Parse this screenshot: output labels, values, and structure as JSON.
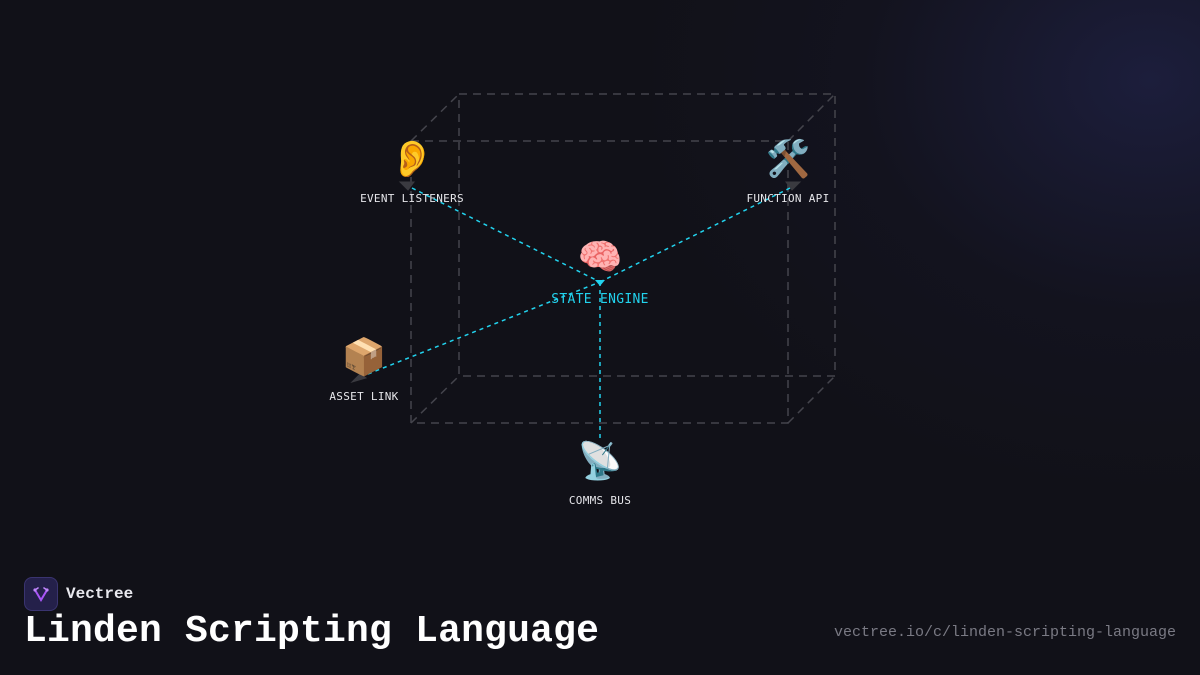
{
  "brand": {
    "name": "Vectree",
    "logo_icon": "vectree-logo-icon",
    "accent": "#a855f7"
  },
  "title": "Linden Scripting Language",
  "url": "vectree.io/c/linden-scripting-language",
  "colors": {
    "background": "#111118",
    "frame": "#4a4a52",
    "connector": "#22d3ee",
    "core_label": "#22d3ee",
    "node_label": "#e6e6ea"
  },
  "diagram": {
    "core": {
      "id": "state-engine",
      "label": "STATE ENGINE",
      "icon": "brain-icon",
      "emoji": "🧠"
    },
    "nodes": [
      {
        "id": "event-listeners",
        "label": "EVENT LISTENERS",
        "icon": "ear-icon",
        "emoji": "👂"
      },
      {
        "id": "function-api",
        "label": "FUNCTION API",
        "icon": "hammer-wrench-icon",
        "emoji": "🛠️"
      },
      {
        "id": "asset-link",
        "label": "ASSET LINK",
        "icon": "package-icon",
        "emoji": "📦"
      },
      {
        "id": "comms-bus",
        "label": "COMMS BUS",
        "icon": "satellite-dish-icon",
        "emoji": "📡"
      }
    ],
    "edges": [
      {
        "from": "event-listeners",
        "to": "state-engine"
      },
      {
        "from": "function-api",
        "to": "state-engine"
      },
      {
        "from": "asset-link",
        "to": "state-engine"
      },
      {
        "from": "state-engine",
        "to": "comms-bus"
      }
    ]
  }
}
